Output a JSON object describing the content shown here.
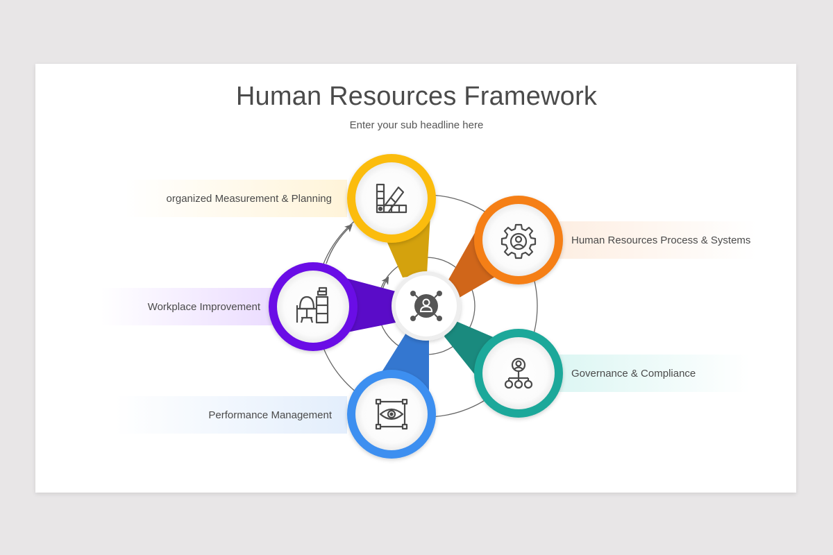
{
  "slide": {
    "title": "Human Resources Framework",
    "subtitle": "Enter your sub headline here"
  },
  "center": {
    "icon": "user-network-icon",
    "color": "#555555"
  },
  "nodes": [
    {
      "id": "measurement",
      "label": "organized Measurement & Planning",
      "icon": "color-swatch-icon",
      "color": "#fbbc0c",
      "connector_color": "#d4a20d",
      "side": "left"
    },
    {
      "id": "process",
      "label": "Human Resources Process & Systems",
      "icon": "gear-user-icon",
      "color": "#f57f17",
      "connector_color": "#d0661a",
      "side": "right"
    },
    {
      "id": "workplace",
      "label": "Workplace Improvement",
      "icon": "desk-chair-icon",
      "color": "#6a0fe6",
      "connector_color": "#5a0cc8",
      "side": "left"
    },
    {
      "id": "governance",
      "label": "Governance & Compliance",
      "icon": "org-hierarchy-icon",
      "color": "#1ea89a",
      "connector_color": "#1a8a7e",
      "side": "right"
    },
    {
      "id": "performance",
      "label": "Performance Management",
      "icon": "eye-focus-icon",
      "color": "#3d8ff0",
      "connector_color": "#3477d0",
      "side": "left"
    }
  ]
}
